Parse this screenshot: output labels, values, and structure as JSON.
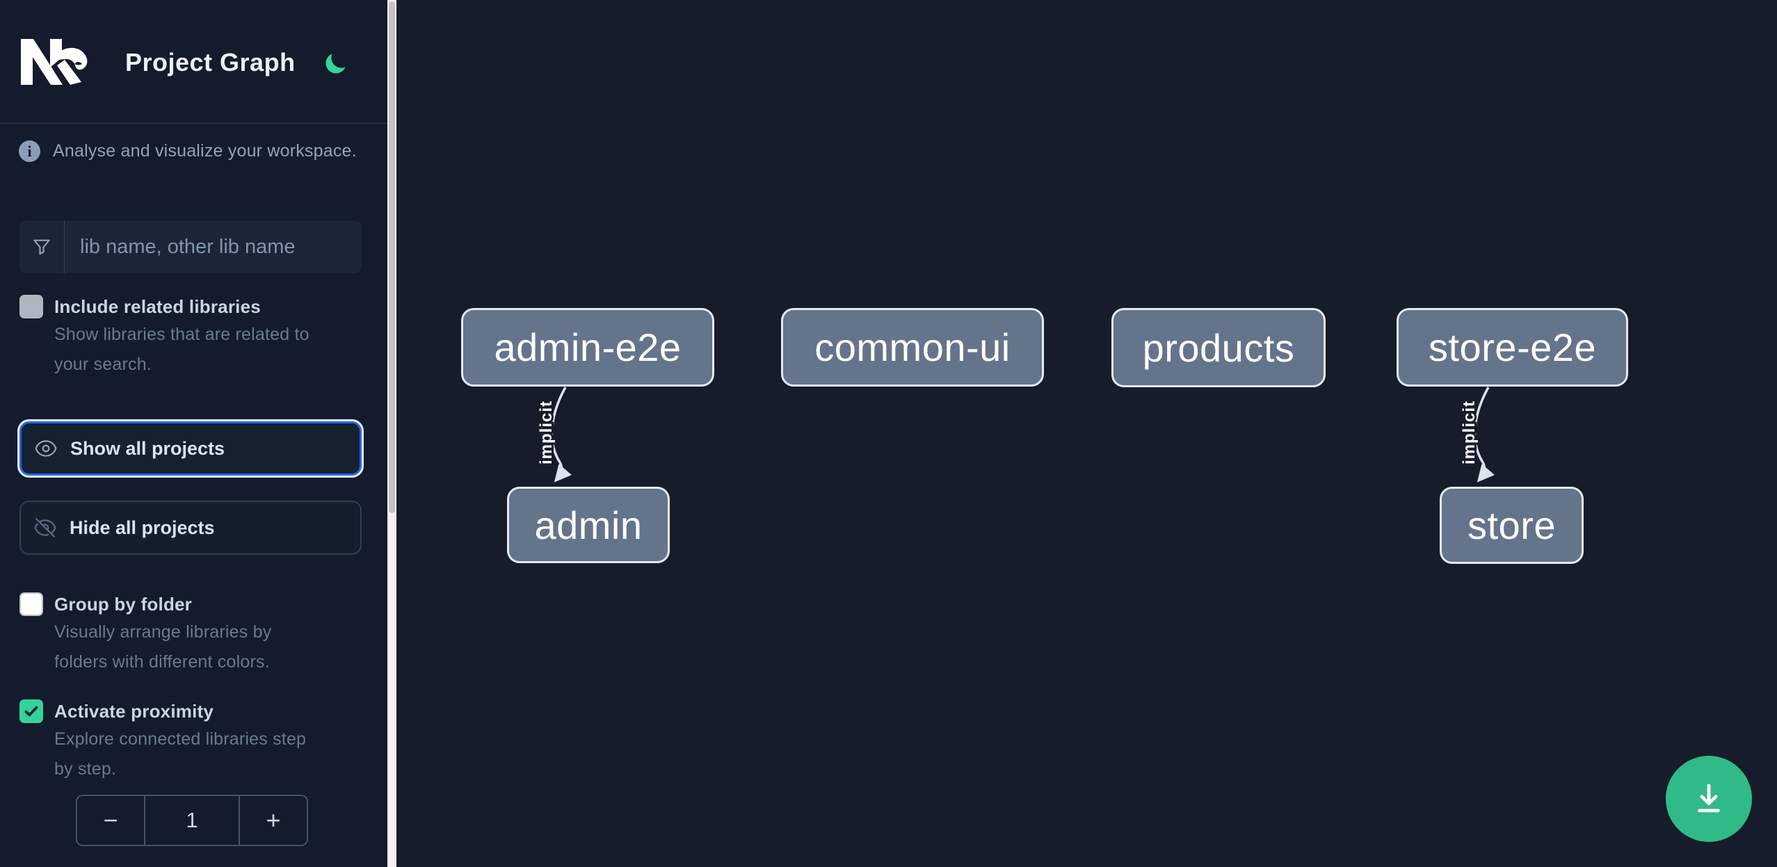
{
  "app": {
    "title": "Project Graph"
  },
  "sidebar": {
    "intro": "Analyse and visualize your workspace.",
    "filter": {
      "placeholder": "lib name, other lib name",
      "value": ""
    },
    "options": [
      {
        "label": "Include related libraries",
        "description": "Show libraries that are related to\nyour search.",
        "checked": false,
        "disabled": true
      },
      {
        "label": "Group by folder",
        "description": "Visually arrange libraries by\nfolders with different colors.",
        "checked": false,
        "disabled": false
      },
      {
        "label": "Activate proximity",
        "description": "Explore connected libraries step\nby step.",
        "checked": true,
        "disabled": false
      }
    ],
    "actions": [
      {
        "label": "Show all projects",
        "icon": "eye-icon",
        "focused": true
      },
      {
        "label": "Hide all projects",
        "icon": "eye-slash-icon",
        "focused": false
      }
    ],
    "proximity_stepper": {
      "decrement_label": "−",
      "value": "1",
      "increment_label": "+"
    }
  },
  "graph": {
    "nodes": [
      {
        "id": "admin-e2e",
        "label": "admin-e2e"
      },
      {
        "id": "common-ui",
        "label": "common-ui"
      },
      {
        "id": "products",
        "label": "products"
      },
      {
        "id": "store-e2e",
        "label": "store-e2e"
      },
      {
        "id": "admin",
        "label": "admin"
      },
      {
        "id": "store",
        "label": "store"
      }
    ],
    "edges": [
      {
        "source": "admin-e2e",
        "target": "admin",
        "label": "implicit"
      },
      {
        "source": "store-e2e",
        "target": "store",
        "label": "implicit"
      }
    ]
  },
  "floating": {
    "download_icon": "download-icon"
  },
  "colors": {
    "sidebar_bg": "#131b2c",
    "canvas_bg": "#161c2a",
    "accent_green": "#34d399",
    "download_green": "#30ba88",
    "focus_ring_blue": "#2563eb",
    "node_fill": "#64748b",
    "node_border": "#e6eaf0",
    "edge_stroke": "#dde3ea"
  }
}
